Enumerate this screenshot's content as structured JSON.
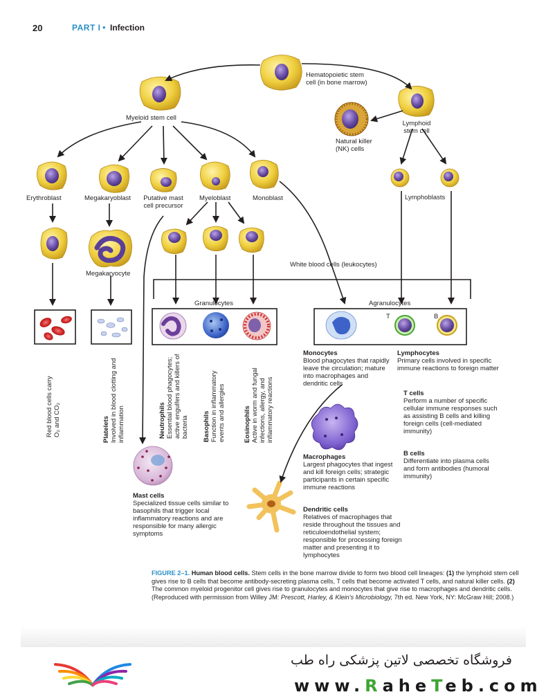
{
  "header": {
    "page_number": "20",
    "part": "PART I",
    "title": "Infection"
  },
  "nodes": {
    "hsc": "Hematopoietic stem cell (in bone marrow)",
    "myeloid": "Myeloid stem cell",
    "lymphoid": "Lymphoid stem cell",
    "nk": "Natural killer (NK) cells",
    "erythroblast": "Erythroblast",
    "megakaryoblast": "Megakaryoblast",
    "putative_mast": "Putative mast cell precursor",
    "myeloblast": "Myeloblast",
    "monoblast": "Monoblast",
    "lymphoblasts": "Lymphoblasts",
    "megakaryocyte": "Megakaryocyte",
    "wbc": "White blood cells (leukocytes)",
    "granulocytes": "Granulocytes",
    "agranulocytes": "Agranulocytes",
    "t_marker": "T",
    "b_marker": "B"
  },
  "vertical_labels": {
    "rbc": {
      "title": "",
      "text": "Red blood cells carry O₂ and CO₂"
    },
    "platelets": {
      "title": "Platelets",
      "text": "Involved in blood clotting and inflammation"
    },
    "neutrophils": {
      "title": "Neutrophils",
      "text": "Essential blood phagocytes; active engulfers and killers of bacteria"
    },
    "basophils": {
      "title": "Basophils",
      "text": "Function in inflammatory events and allergies"
    },
    "eosinophils": {
      "title": "Eosinophils",
      "text": "Active in worm and fungal infections, allergy, and inflammatory reactions"
    }
  },
  "descriptions": {
    "monocytes": {
      "title": "Monocytes",
      "text": "Blood phagocytes that rapidly leave the circulation; mature into macrophages and dendritic cells"
    },
    "lymphocytes": {
      "title": "Lymphocytes",
      "text": "Primary cells involved in specific immune reactions to foreign matter"
    },
    "t_cells": {
      "title": "T cells",
      "text": "Perform a number of specific cellular immune responses such as assisting B cells and killing foreign cells (cell-mediated immunity)"
    },
    "b_cells": {
      "title": "B cells",
      "text": "Differentiate into plasma cells and form antibodies (humoral immunity)"
    },
    "macrophages": {
      "title": "Macrophages",
      "text": "Largest phagocytes that ingest and kill foreign cells; strategic participants in certain specific immune reactions"
    },
    "dendritic": {
      "title": "Dendritic cells",
      "text": "Relatives of macrophages that reside throughout the tissues and reticuloendothelial system; responsible for processing foreign matter and presenting it to lymphocytes"
    },
    "mast": {
      "title": "Mast cells",
      "text": "Specialized tissue cells similar to basophils that trigger local inflammatory reactions and are responsible for many allergic symptoms"
    }
  },
  "caption": {
    "figure": "FIGURE 2–1.",
    "title": "Human blood cells.",
    "text1": "Stem cells in the bone marrow divide to form two blood cell lineages:",
    "n1": "(1)",
    "text2": "the lymphoid stem cell gives rise to B cells that become antibody-secreting plasma cells, T cells that become activated T cells, and natural killer cells.",
    "n2": "(2)",
    "text3": "The common myeloid progenitor cell gives rise to granulocytes and monocytes that give rise to macrophages and dendritic cells. (Reproduced with permission from Willey JM:",
    "book": "Prescott, Harley, & Klein's Microbiology,",
    "text4": "7th ed. New York, NY: McGraw Hill; 2008.)"
  },
  "footer": {
    "shop_name": "فروشگاه تخصصی لاتین پزشکی راه طب",
    "site_pre": "www.",
    "site_r": "R",
    "site_mid1": "ahe",
    "site_t": "T",
    "site_mid2": "eb",
    "site_post": ".com"
  },
  "colors": {
    "accent": "#2a8fc6",
    "cell_body": "#e9c73a",
    "nucleus": "#6b4fa6",
    "brand_green": "#3fa535",
    "rbc": "#d42a2a"
  },
  "icons": [
    "book-rainbow-logo-icon"
  ]
}
